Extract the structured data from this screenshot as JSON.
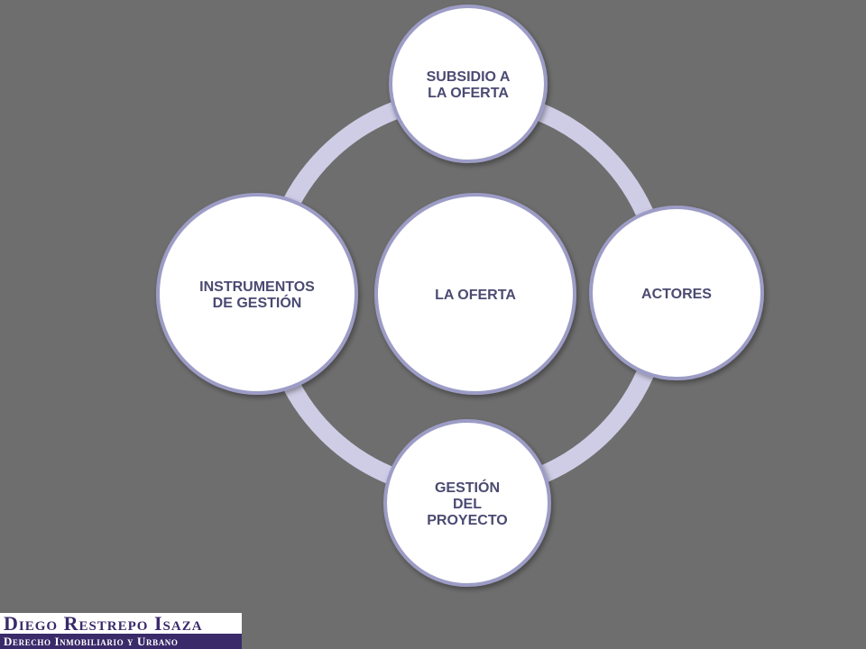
{
  "diagram": {
    "center": {
      "lines": [
        "LA OFERTA"
      ]
    },
    "nodes": [
      {
        "id": "top",
        "lines": [
          "SUBSIDIO A",
          "LA OFERTA"
        ]
      },
      {
        "id": "right",
        "lines": [
          "ACTORES"
        ]
      },
      {
        "id": "bottom",
        "lines": [
          "GESTIÓN",
          "DEL",
          "PROYECTO"
        ]
      },
      {
        "id": "left",
        "lines": [
          "INSTRUMENTOS",
          "DE GESTIÓN"
        ]
      }
    ]
  },
  "logo": {
    "name": "Diego Restrepo Isaza",
    "subtitle": "Derecho Inmobiliario y Urbano"
  },
  "colors": {
    "background": "#6e6e6e",
    "ring": "#cfcde6",
    "circle_fill": "#ffffff",
    "circle_stroke": "#9c9cc6",
    "text": "#4a4a72",
    "logo_primary": "#3a2a6a"
  }
}
